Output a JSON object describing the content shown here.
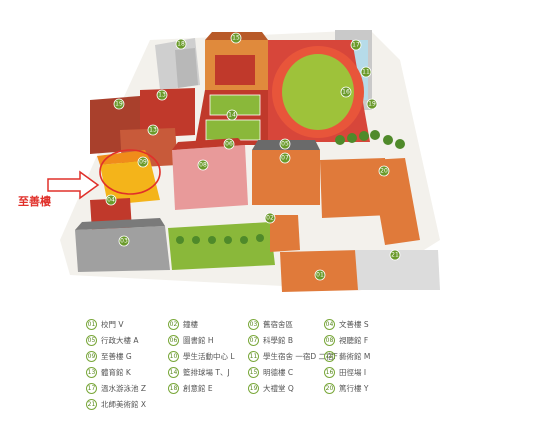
{
  "callout": {
    "label": "至善樓",
    "color": "#e0302a"
  },
  "colors": {
    "badge": "#6a9a2a",
    "track": "#e8553a",
    "field": "#9ec23a",
    "highlight": "#f4b41a"
  },
  "map_labels": [
    "01",
    "02",
    "03",
    "04",
    "05",
    "06",
    "07",
    "08",
    "09",
    "10",
    "11",
    "12",
    "13",
    "14",
    "15",
    "16",
    "17",
    "18",
    "19",
    "20",
    "21"
  ],
  "legend": [
    {
      "num": "01",
      "text": "校門 V"
    },
    {
      "num": "02",
      "text": "鐘樓"
    },
    {
      "num": "03",
      "text": "舊宿舍區"
    },
    {
      "num": "04",
      "text": "文善樓 S"
    },
    {
      "num": "05",
      "text": "行政大樓 A"
    },
    {
      "num": "06",
      "text": "圖書館 H"
    },
    {
      "num": "07",
      "text": "科學館 B"
    },
    {
      "num": "08",
      "text": "視聽館 F"
    },
    {
      "num": "09",
      "text": "至善樓 G"
    },
    {
      "num": "10",
      "text": "學生活動中心 L"
    },
    {
      "num": "11",
      "text": "學生宿舍 一宿D 二宿F"
    },
    {
      "num": "12",
      "text": "藝術館 M"
    },
    {
      "num": "13",
      "text": "體育館 K"
    },
    {
      "num": "14",
      "text": "籃排球場 T、J"
    },
    {
      "num": "15",
      "text": "明德樓 C"
    },
    {
      "num": "16",
      "text": "田徑場 I"
    },
    {
      "num": "17",
      "text": "溫水游泳池 Z"
    },
    {
      "num": "18",
      "text": "創意館 E"
    },
    {
      "num": "19",
      "text": "大禮堂 Q"
    },
    {
      "num": "20",
      "text": "篤行樓 Y"
    },
    {
      "num": "21",
      "text": "北師美術館 X"
    }
  ]
}
